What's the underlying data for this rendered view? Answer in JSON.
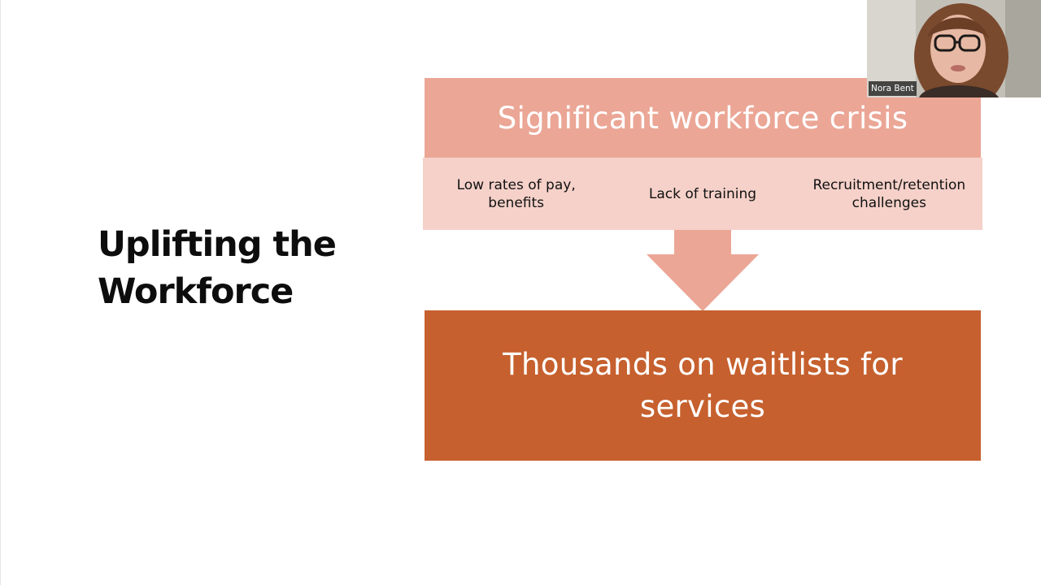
{
  "slide": {
    "title_lines": [
      "Uplifting the",
      "Workforce"
    ],
    "top_box": {
      "text": "Significant workforce crisis",
      "color": "#EBA696"
    },
    "sub_items": [
      {
        "lines": [
          "Low rates of pay,",
          "benefits"
        ]
      },
      {
        "lines": [
          "Lack of training"
        ]
      },
      {
        "lines": [
          "Recruitment/retention",
          "challenges"
        ]
      }
    ],
    "sub_row_color": "#F5D1C9",
    "arrow_color": "#EBA696",
    "bottom_box": {
      "lines": [
        "Thousands on waitlists for",
        "services"
      ],
      "color": "#C6602E"
    }
  },
  "video": {
    "participant_name": "Nora Bent"
  }
}
